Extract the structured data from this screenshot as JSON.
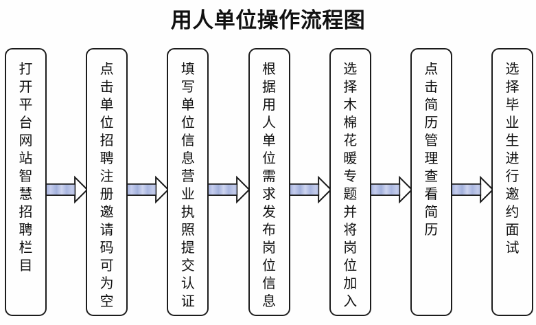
{
  "title": "用人单位操作流程图",
  "flow": {
    "steps": [
      {
        "label": "打开平台网站智慧招聘栏目"
      },
      {
        "label": "点击单位招聘注册邀请码可为空"
      },
      {
        "label": "填写单位信息营业执照提交认证"
      },
      {
        "label": "根据用人单位需求发布岗位信息"
      },
      {
        "label": "选择木棉花暖专题并将岗位加入"
      },
      {
        "label": "点击简历管理查看简历"
      },
      {
        "label": "选择毕业生进行邀约面试"
      }
    ],
    "connector": {
      "icon": "right-block-arrow-icon",
      "shaft_color": "#b5c0e4",
      "head_color": "#ffffff",
      "outline_color": "#1b1b1b"
    },
    "box_border_color": "#1c1c1c",
    "text_color": "#111111",
    "background_color": "#fefefe"
  }
}
